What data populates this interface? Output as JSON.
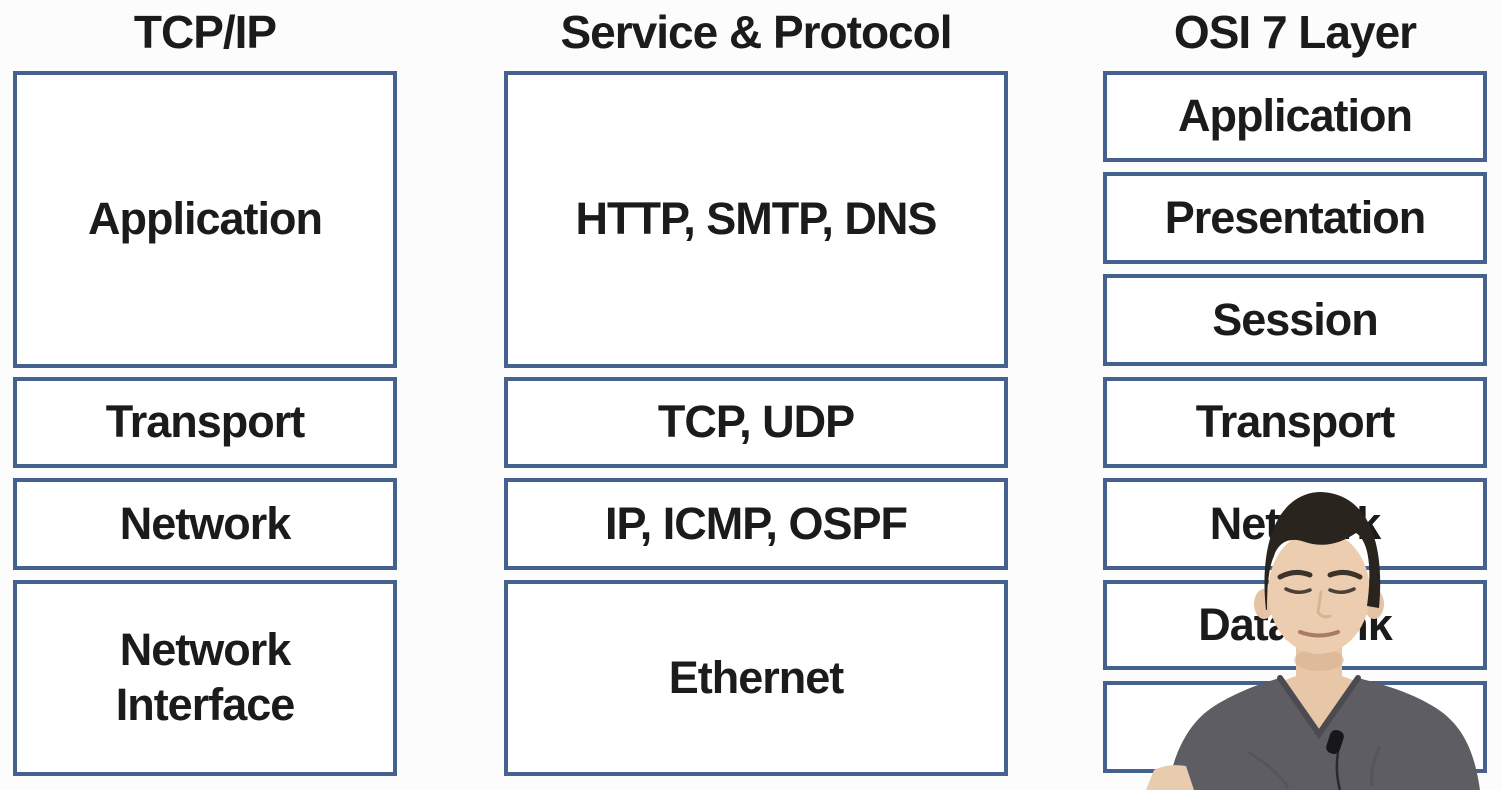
{
  "slide": {
    "columns": [
      {
        "header": "TCP/IP",
        "boxes": [
          {
            "label": "Application"
          },
          {
            "label": "Transport"
          },
          {
            "label": "Network"
          },
          {
            "label": "Network Interface"
          }
        ]
      },
      {
        "header": "Service & Protocol",
        "boxes": [
          {
            "label": "HTTP, SMTP, DNS"
          },
          {
            "label": "TCP, UDP"
          },
          {
            "label": "IP, ICMP, OSPF"
          },
          {
            "label": "Ethernet"
          }
        ]
      },
      {
        "header": "OSI 7 Layer",
        "boxes": [
          {
            "label": "Application"
          },
          {
            "label": "Presentation"
          },
          {
            "label": "Session"
          },
          {
            "label": "Transport"
          },
          {
            "label": "Network"
          },
          {
            "label": "Data Link"
          },
          {
            "label": ""
          }
        ]
      }
    ],
    "colors": {
      "box_border": "#45618E",
      "box_fill": "#FFFFFF",
      "text": "#1B1B1B",
      "background": "#FCFCFC"
    }
  },
  "presenter": {
    "shirt_color": "#5D5D63",
    "skin_color": "#ECCDB0",
    "hair_color": "#2A241E"
  }
}
